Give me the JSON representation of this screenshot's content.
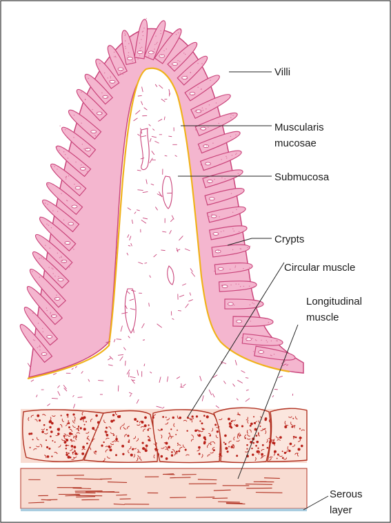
{
  "diagram": {
    "labels": {
      "villi": "Villi",
      "muscularis_line1": "Muscularis",
      "muscularis_line2": "mucosae",
      "submucosa": "Submucosa",
      "crypts": "Crypts",
      "circular_muscle": "Circular muscle",
      "longitudinal_line1": "Longitudinal",
      "longitudinal_line2": "muscle",
      "serous_line1": "Serous",
      "serous_line2": "layer"
    },
    "colors": {
      "mucosa_fill": "#f4b6cf",
      "mucosa_stroke": "#c9437a",
      "muscularis_line": "#f0b21a",
      "submucosa_fibers": "#c9437a",
      "muscle_fill": "#f8dcd2",
      "muscle_stroke": "#b03020",
      "muscle_specks": "#b82018",
      "serous_line": "#a9cde0",
      "leader_line": "#222222",
      "frame": "#333333"
    }
  }
}
